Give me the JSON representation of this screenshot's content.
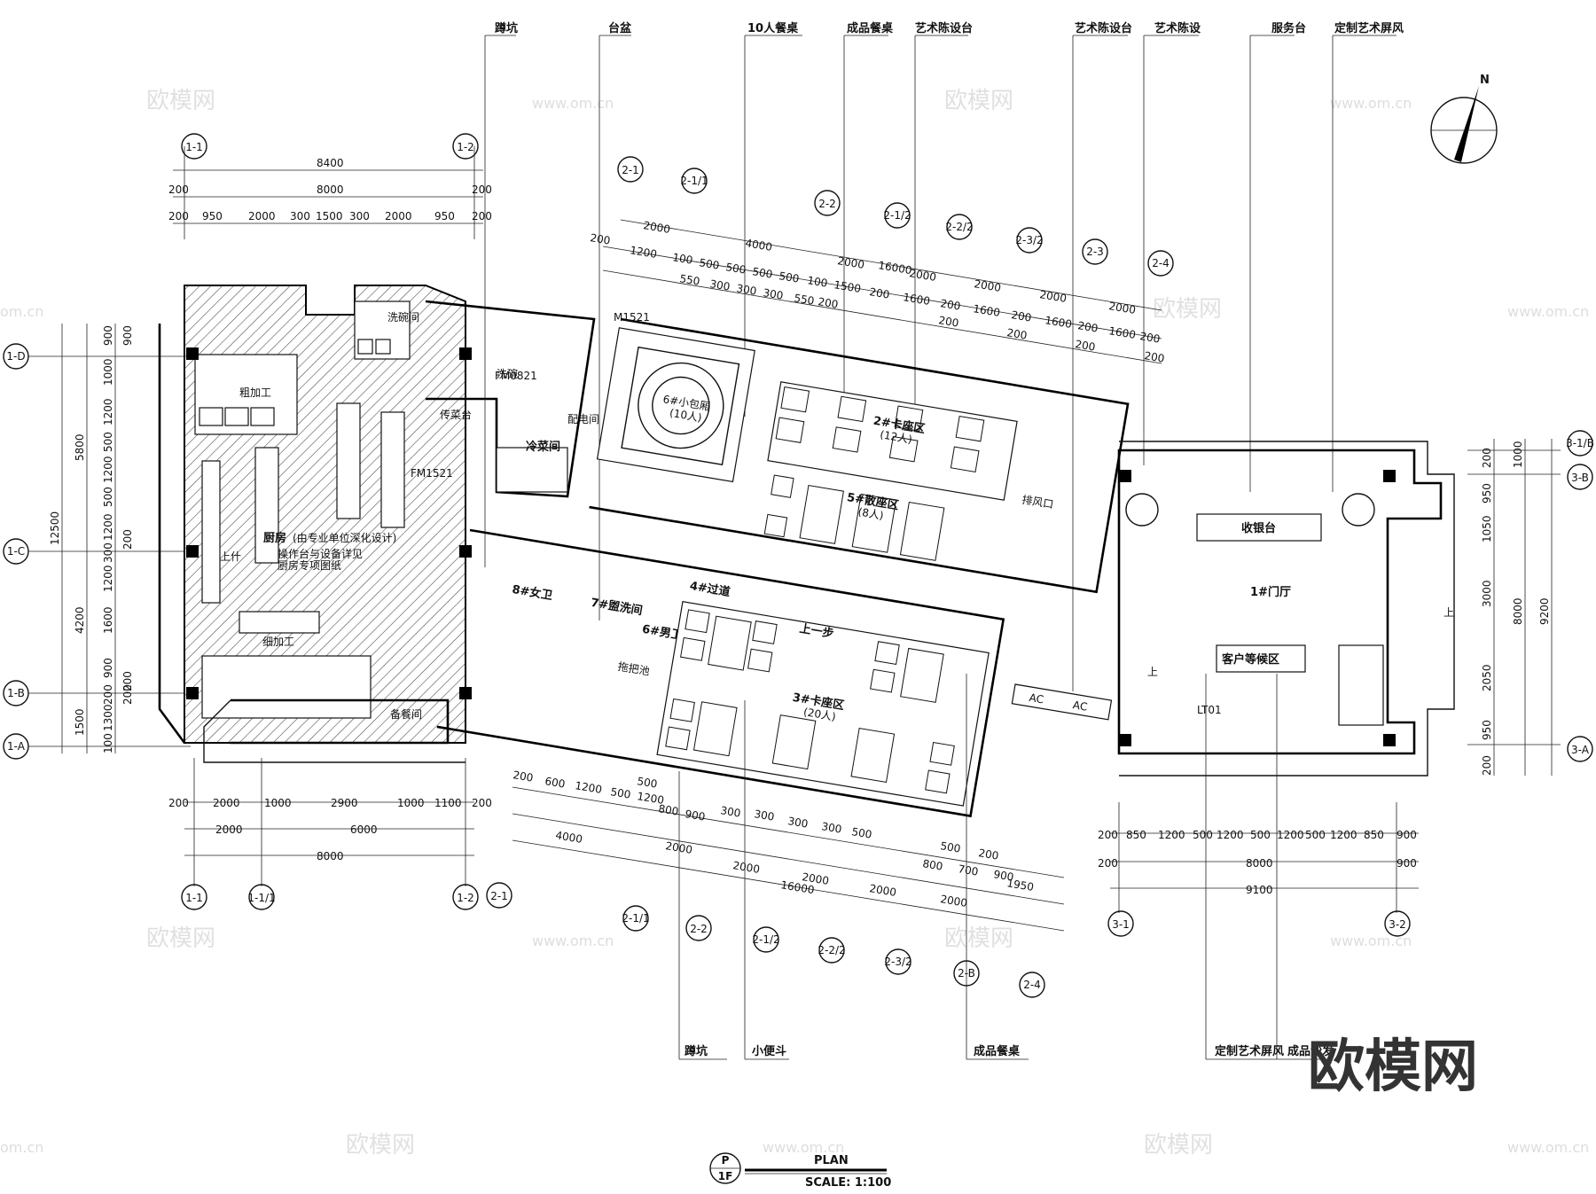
{
  "callouts_top": [
    "蹲坑",
    "台盆",
    "10人餐桌",
    "成品餐桌",
    "艺术陈设台",
    "艺术陈设台",
    "艺术陈设",
    "服务台",
    "定制艺术屏风"
  ],
  "callouts_bottom": [
    "蹲坑",
    "小便斗",
    "成品餐桌",
    "定制艺术屏风",
    "成品沙发"
  ],
  "rooms": {
    "kitchen": "厨房",
    "kitchen_note1": "(由专业单位深化设计)",
    "kitchen_note2": "操作台与设备详见",
    "kitchen_note3": "厨房专项图纸",
    "rough": "粗加工",
    "fine": "细加工",
    "wash": "洗碗间",
    "cold_room": "冷菜间",
    "storage": "备餐间",
    "lift": "上什",
    "dishwash": "洗碗",
    "pass": "传菜台",
    "private_room": "6#小包厢",
    "private_room_cap": "(10人)",
    "booth2": "2#卡座区",
    "booth2_cap": "(12人)",
    "dining5": "5#散座区",
    "dining5_cap": "(8人)",
    "corridor": "4#过道",
    "women_wc": "8#女卫",
    "washroom": "7#盥洗间",
    "men_wc": "6#男卫",
    "step_up": "上一步",
    "booth3": "3#卡座区",
    "booth3_cap": "(20人)",
    "lobby": "1#门厅",
    "cashier": "收银台",
    "waiting": "客户等候区",
    "up": "上",
    "mop": "拖把池",
    "distribution": "配电间",
    "vent": "排风口",
    "ac1": "AC",
    "ac2": "AC",
    "lt01": "LT01"
  },
  "doors": [
    "M1521",
    "FM0821",
    "FM1521",
    "FM0821"
  ],
  "axes": [
    "1-1",
    "1-2",
    "1-1/1",
    "1-D",
    "1-C",
    "1-B",
    "1-A",
    "2-1",
    "2-1/1",
    "2-2",
    "2-1/2",
    "2-2/2",
    "2-3/2",
    "2-3",
    "2-4",
    "2-B",
    "3-1",
    "3-2",
    "3-1/B",
    "3-B",
    "3-A"
  ],
  "dims": {
    "k_top1": "8400",
    "k_top2": "8000",
    "k_top3": [
      "200",
      "950",
      "2000",
      "300",
      "1500",
      "300",
      "2000",
      "950",
      "200"
    ],
    "k_top_side": [
      "200",
      "200",
      "200",
      "200"
    ],
    "k_bot1": [
      "200",
      "2000",
      "1000",
      "2900",
      "1000",
      "1100",
      "200"
    ],
    "k_bot2": [
      "2000",
      "6000"
    ],
    "k_bot3": "8000",
    "k_left_outer": [
      "12500"
    ],
    "k_left_mid": [
      "5800",
      "4200",
      "1500"
    ],
    "k_left_inner": [
      "900",
      "1000",
      "1200",
      "500",
      "1200",
      "500",
      "1200",
      "300",
      "1200",
      "1600",
      "900",
      "200",
      "1300",
      "100"
    ],
    "k_left_inner2": [
      "900",
      "200",
      "200",
      "200"
    ],
    "m_top": [
      "2000",
      "4000",
      "16000",
      "2000",
      "2000",
      "2000",
      "2000",
      "2000",
      "200"
    ],
    "m_top2": [
      "1200",
      "100",
      "500",
      "500",
      "500",
      "500",
      "100",
      "1500",
      "200",
      "1600",
      "200",
      "1600",
      "200",
      "1600",
      "200",
      "1600",
      "200"
    ],
    "m_top3": [
      "550",
      "300",
      "300",
      "300",
      "550",
      "200",
      "200",
      "200",
      "200",
      "200"
    ],
    "m_bot": [
      "200",
      "600",
      "1200",
      "500",
      "1200",
      "500",
      "800",
      "900",
      "300",
      "300",
      "300",
      "300",
      "500",
      "500",
      "200"
    ],
    "m_bot2": [
      "4000",
      "2000",
      "2000",
      "2000",
      "2000",
      "2000",
      "1950"
    ],
    "m_bot3": [
      "16000",
      "800",
      "700",
      "900"
    ],
    "r_bot": [
      "200",
      "850",
      "1200",
      "500",
      "1200",
      "500",
      "1200",
      "500",
      "1200",
      "850",
      "900"
    ],
    "r_bot2": [
      "8000",
      "900",
      "200"
    ],
    "r_bot3": "9100",
    "r_right": [
      "200",
      "1000",
      "950",
      "1050",
      "3000",
      "2050",
      "950",
      "200"
    ],
    "r_right2": [
      "8000",
      "9200"
    ]
  },
  "north": "N",
  "title": {
    "sheet_top": "P",
    "sheet_bot": "1F",
    "plan": "PLAN",
    "scale": "SCALE: 1:100"
  },
  "watermark": {
    "cn": "欧模网",
    "url": "www.om.cn",
    "url_short": "om.cn",
    "logo": "欧模网"
  }
}
